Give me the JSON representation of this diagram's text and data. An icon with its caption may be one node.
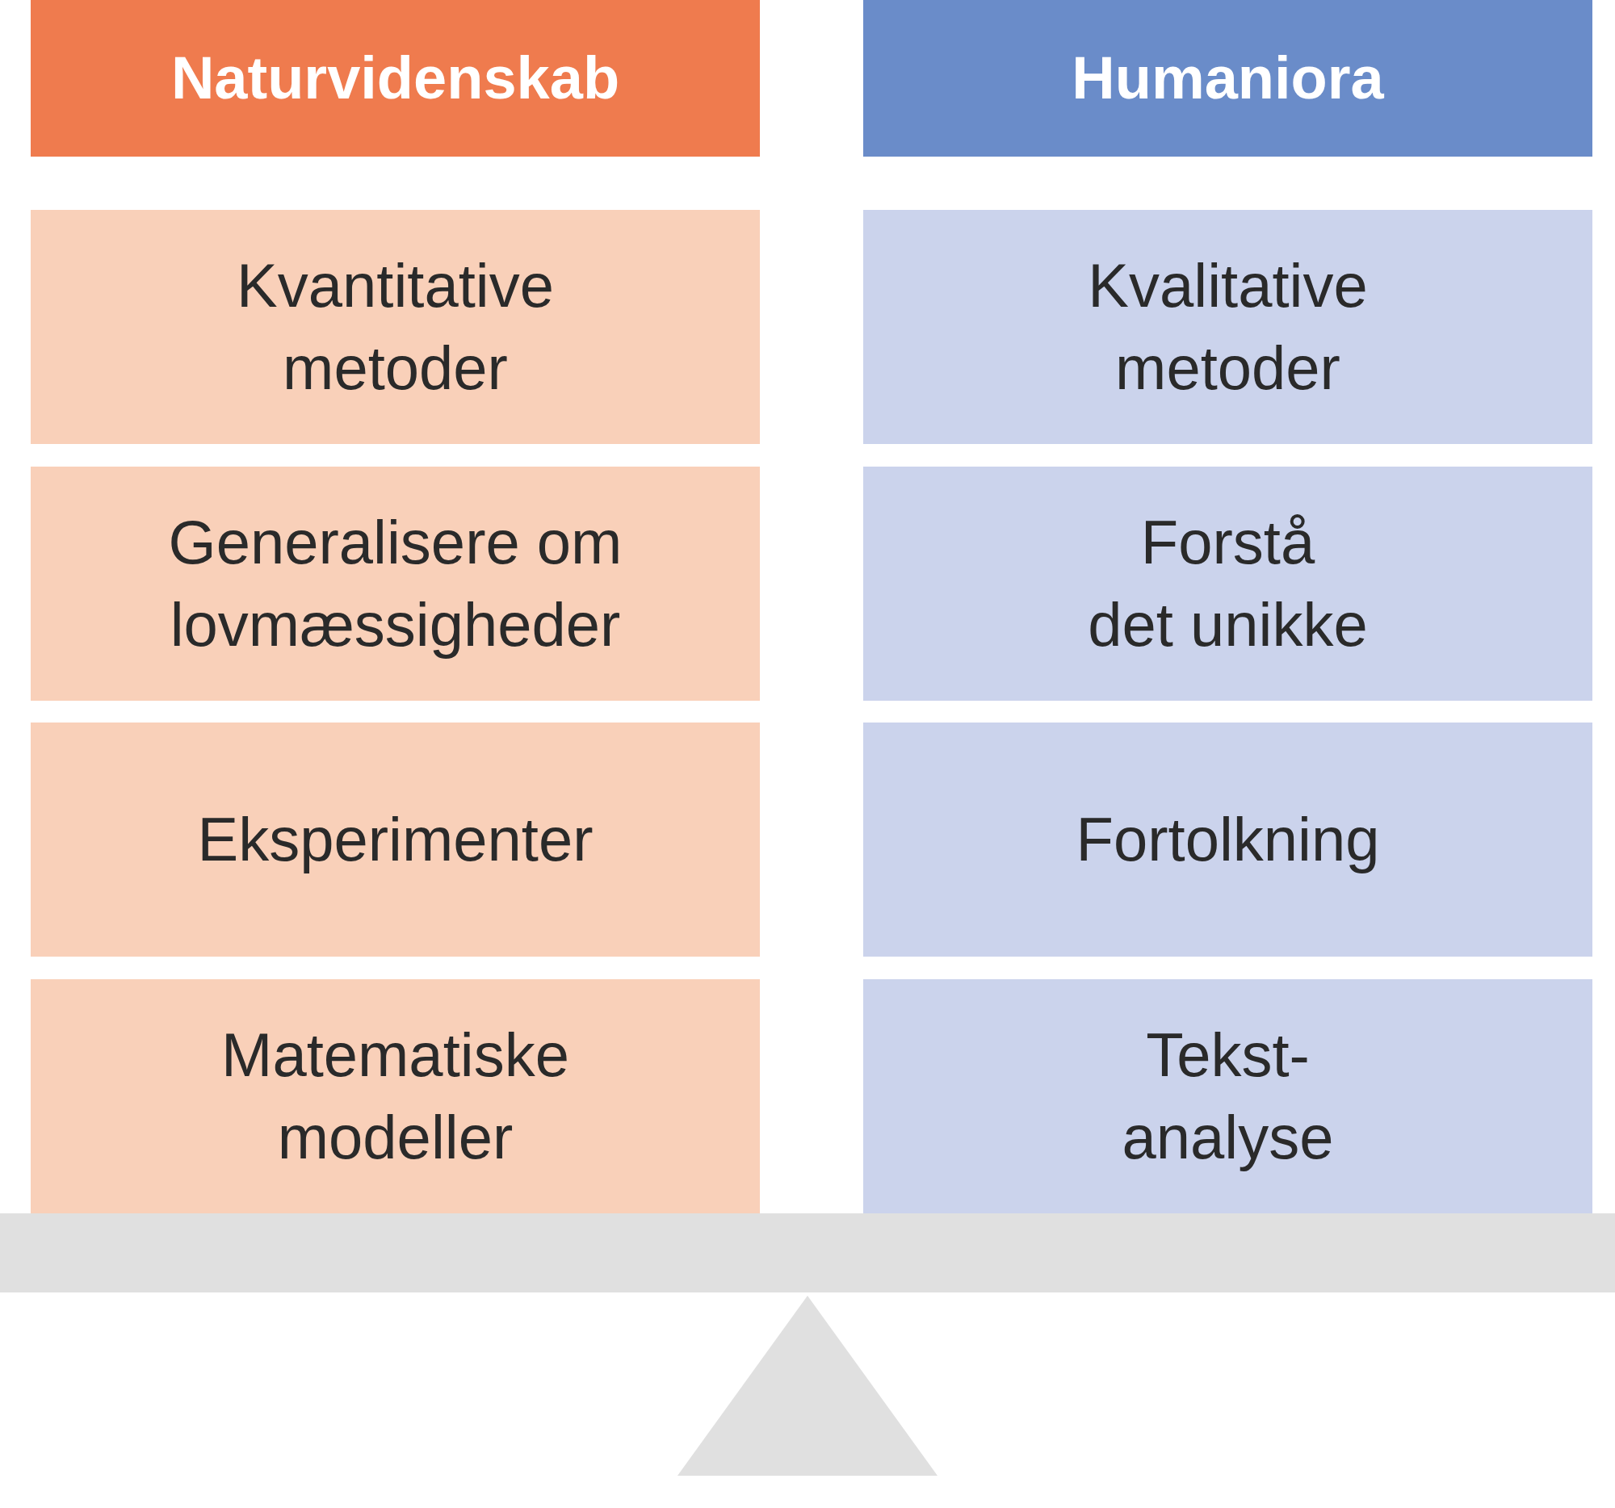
{
  "diagram": {
    "nodes": [
      {
        "text": [
          "Naturvidenskab"
        ]
      },
      {
        "text": [
          "Humaniora"
        ]
      },
      {
        "text": [
          "Kvantitative metoder"
        ]
      },
      {
        "text": [
          "Kvalitative metoder"
        ]
      },
      {
        "text": [
          "Generalisere om lovmæssigheder"
        ]
      },
      {
        "text": [
          "Forstå det unikke"
        ]
      },
      {
        "text": [
          "Eksperimenter"
        ]
      },
      {
        "text": [
          "Fortolkning"
        ]
      },
      {
        "text": [
          "Matematiske modeller"
        ]
      },
      {
        "text": [
          "Tekst- analyse"
        ]
      }
    ]
  }
}
